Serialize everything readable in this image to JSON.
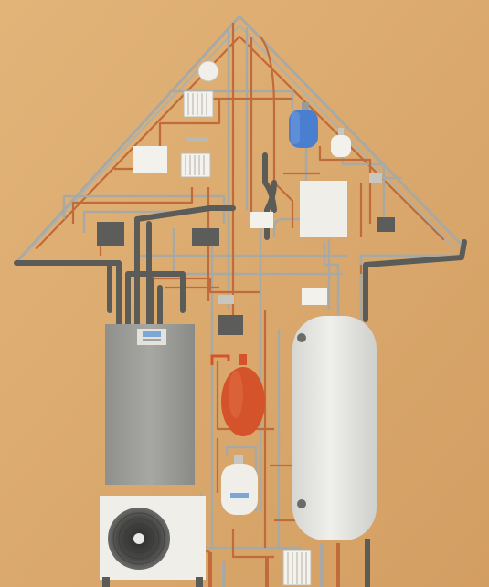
{
  "scene": {
    "subject": "heating-system-pipework-illustration",
    "colors": {
      "background": "#d9a86c",
      "background_light": "#e4b97f",
      "copper_pipe": "#c16a3a",
      "grey_pipe": "#a9a9a4",
      "dark_pipe": "#5b5b58",
      "boiler_body": "#9c9c99",
      "tank_body": "#e6e6e3",
      "expansion_vessel": "#d5532a",
      "blue_vessel": "#4a7fd0",
      "white_unit": "#f0efea",
      "control_box": "#5c5c5a"
    },
    "components": [
      "heat-pump-outdoor-unit",
      "boiler-unit",
      "hot-water-cylinder",
      "red-expansion-vessel",
      "white-expansion-vessel",
      "blue-expansion-vessel",
      "small-white-vessel",
      "radiators",
      "controllers"
    ]
  }
}
